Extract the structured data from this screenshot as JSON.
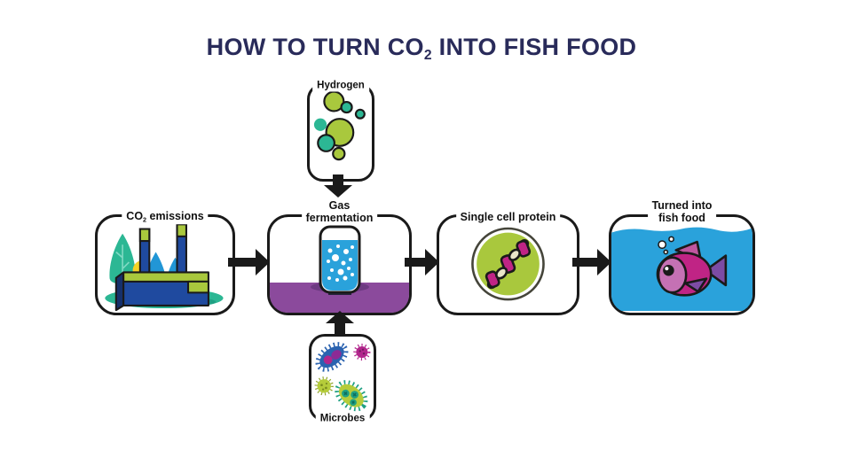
{
  "title": {
    "pre": "HOW TO TURN CO",
    "sub": "2",
    "post": " INTO FISH FOOD"
  },
  "boxes": {
    "co2": {
      "label_pre": "CO",
      "label_sub": "2",
      "label_post": " emissions"
    },
    "hydrogen": {
      "label": "Hydrogen"
    },
    "fermentation": {
      "line1": "Gas",
      "line2": "fermentation"
    },
    "microbes": {
      "label": "Microbes"
    },
    "protein": {
      "label": "Single cell protein"
    },
    "fish": {
      "line1": "Turned into",
      "line2": "fish food"
    }
  },
  "icons": {
    "factory": "factory-with-chimneys-and-trees",
    "hydrogen": "gas-bubbles",
    "fermentation": "glass-of-bubbling-liquid-on-purple-floor",
    "microbes": "four-microbe-cells",
    "protein": "dna-helix-in-green-cell",
    "fish": "pink-fish-in-blue-water",
    "flow_arrows": "thick-black-arrows"
  },
  "colors": {
    "title_navy": "#292b5a",
    "outline_black": "#1a1a1a",
    "teal": "#2cb794",
    "leaf_green": "#a9c83d",
    "water_blue": "#2aa2db",
    "tree_blue": "#2196d6",
    "factory_blue": "#1f4a9f",
    "sun_yellow": "#f5d327",
    "ferment_purple": "#8b4a9c",
    "magenta": "#c02485",
    "fish_head_pink": "#c571b4",
    "fin_purple": "#7c4ca4",
    "dna_cream": "#e9e5c8",
    "microbe_blue": "#2b63b0"
  }
}
